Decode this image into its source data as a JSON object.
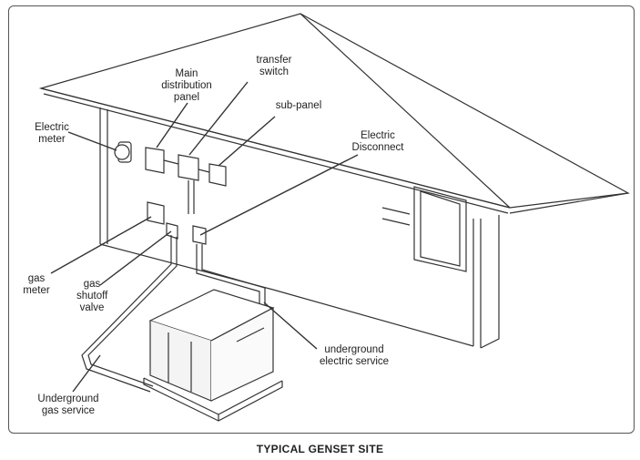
{
  "labels": {
    "main_panel": "Main distribution panel",
    "transfer_switch": "transfer switch",
    "sub_panel": "sub-panel",
    "electric_meter": "Electric meter",
    "electric_disconnect": "Electric Disconnect",
    "gas_meter": "gas meter",
    "gas_shutoff_valve": "gas shutoff valve",
    "underground_electric": "underground electric service",
    "underground_gas": "Underground gas service"
  },
  "caption": "TYPICAL GENSET SITE"
}
